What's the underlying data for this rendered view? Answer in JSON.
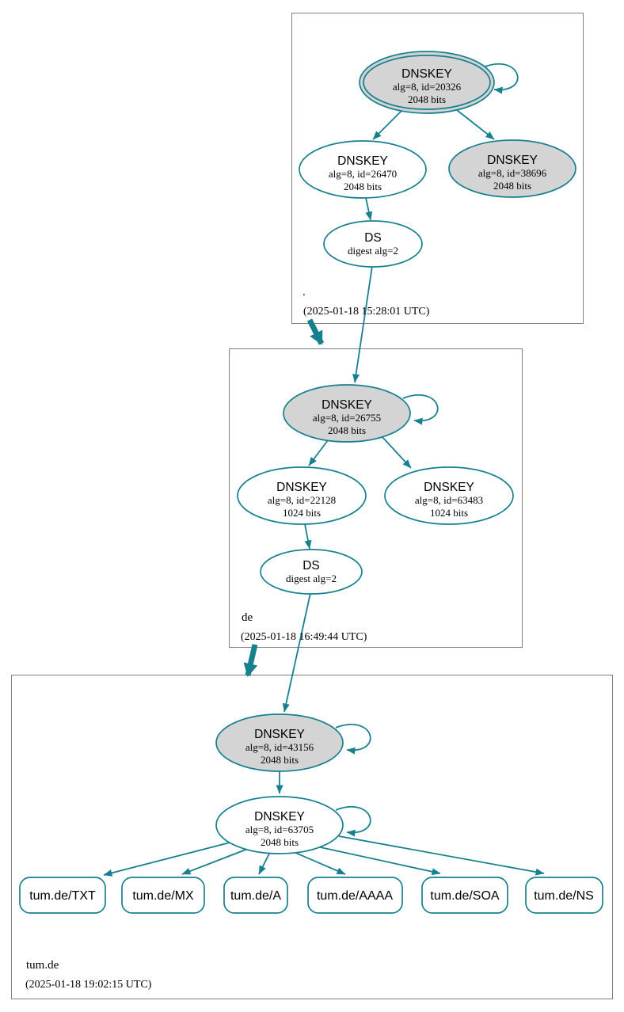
{
  "diagram_type": "DNSSEC authentication chain graph",
  "colors": {
    "accent_teal": "#17808f",
    "node_fill_gray": "#d4d4d4",
    "zone_box_border": "#7f7f7f",
    "background": "#ffffff"
  },
  "zones": [
    {
      "name": ".",
      "ts": "(2025-01-18 15:28:01 UTC)",
      "ksk": {
        "title": "DNSKEY",
        "alg": "alg=8, id=20326",
        "bits": "2048 bits"
      },
      "zsk": {
        "title": "DNSKEY",
        "alg": "alg=8, id=26470",
        "bits": "2048 bits"
      },
      "key3": {
        "title": "DNSKEY",
        "alg": "alg=8, id=38696",
        "bits": "2048 bits"
      },
      "ds": {
        "title": "DS",
        "alg": "digest alg=2"
      }
    },
    {
      "name": "de",
      "ts": "(2025-01-18 16:49:44 UTC)",
      "ksk": {
        "title": "DNSKEY",
        "alg": "alg=8, id=26755",
        "bits": "2048 bits"
      },
      "zsk": {
        "title": "DNSKEY",
        "alg": "alg=8, id=22128",
        "bits": "1024 bits"
      },
      "key3": {
        "title": "DNSKEY",
        "alg": "alg=8, id=63483",
        "bits": "1024 bits"
      },
      "ds": {
        "title": "DS",
        "alg": "digest alg=2"
      }
    },
    {
      "name": "tum.de",
      "ts": "(2025-01-18 19:02:15 UTC)",
      "ksk": {
        "title": "DNSKEY",
        "alg": "alg=8, id=43156",
        "bits": "2048 bits"
      },
      "zsk": {
        "title": "DNSKEY",
        "alg": "alg=8, id=63705",
        "bits": "2048 bits"
      },
      "rrsets": [
        {
          "label": "tum.de/TXT"
        },
        {
          "label": "tum.de/MX"
        },
        {
          "label": "tum.de/A"
        },
        {
          "label": "tum.de/AAAA"
        },
        {
          "label": "tum.de/SOA"
        },
        {
          "label": "tum.de/NS"
        }
      ]
    }
  ]
}
